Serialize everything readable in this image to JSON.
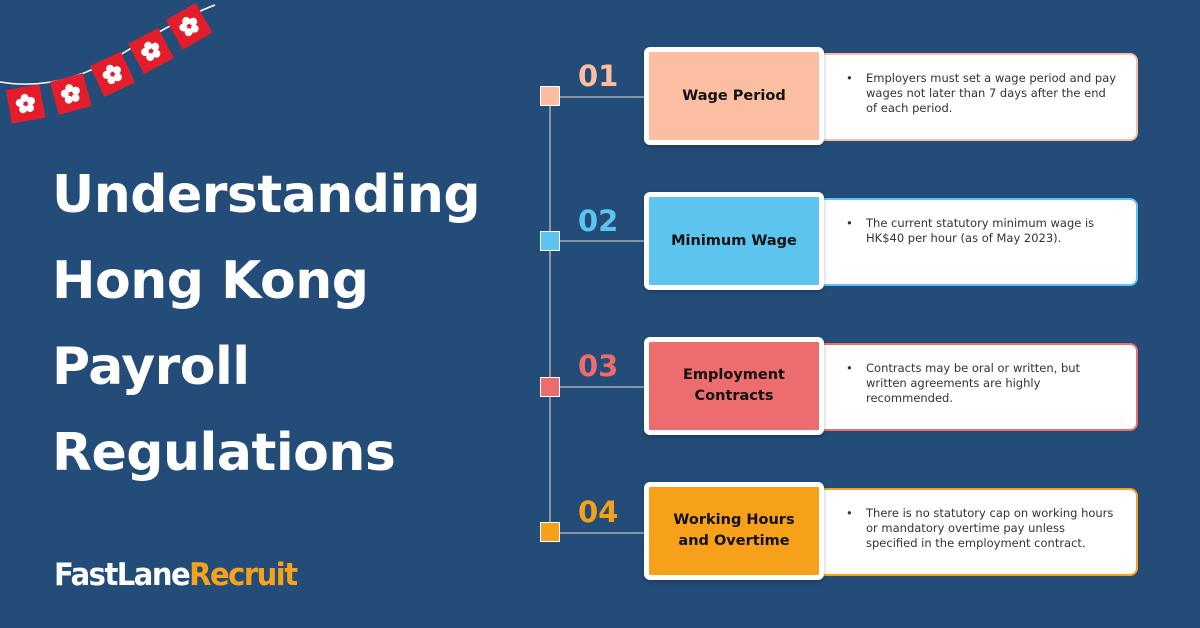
{
  "title": {
    "line1": "Understanding",
    "line2": "Hong Kong",
    "line3": "Payroll",
    "line4": "Regulations"
  },
  "brand": {
    "part1": "FastLane",
    "part2": "Recruit"
  },
  "decoration": {
    "bunting_icon": "hong-kong-flag-icon",
    "flag_color": "#e31e2a"
  },
  "items": [
    {
      "number": "01",
      "label": "Wage Period",
      "description": "Employers must set a wage period and pay wages not later than 7 days after the end of each period.",
      "color": "#fbbea2"
    },
    {
      "number": "02",
      "label": "Minimum Wage",
      "description": "The current statutory minimum wage is HK$40 per hour (as of May 2023).",
      "color": "#5cc4ee"
    },
    {
      "number": "03",
      "label": "Employment Contracts",
      "description": "Contracts may be oral or written, but written agreements are highly recommended.",
      "color": "#ed6d6e"
    },
    {
      "number": "04",
      "label": "Working Hours and Overtime",
      "description": "There is no statutory cap on working hours or mandatory overtime pay unless specified in the employment contract.",
      "color": "#f7a019"
    }
  ]
}
